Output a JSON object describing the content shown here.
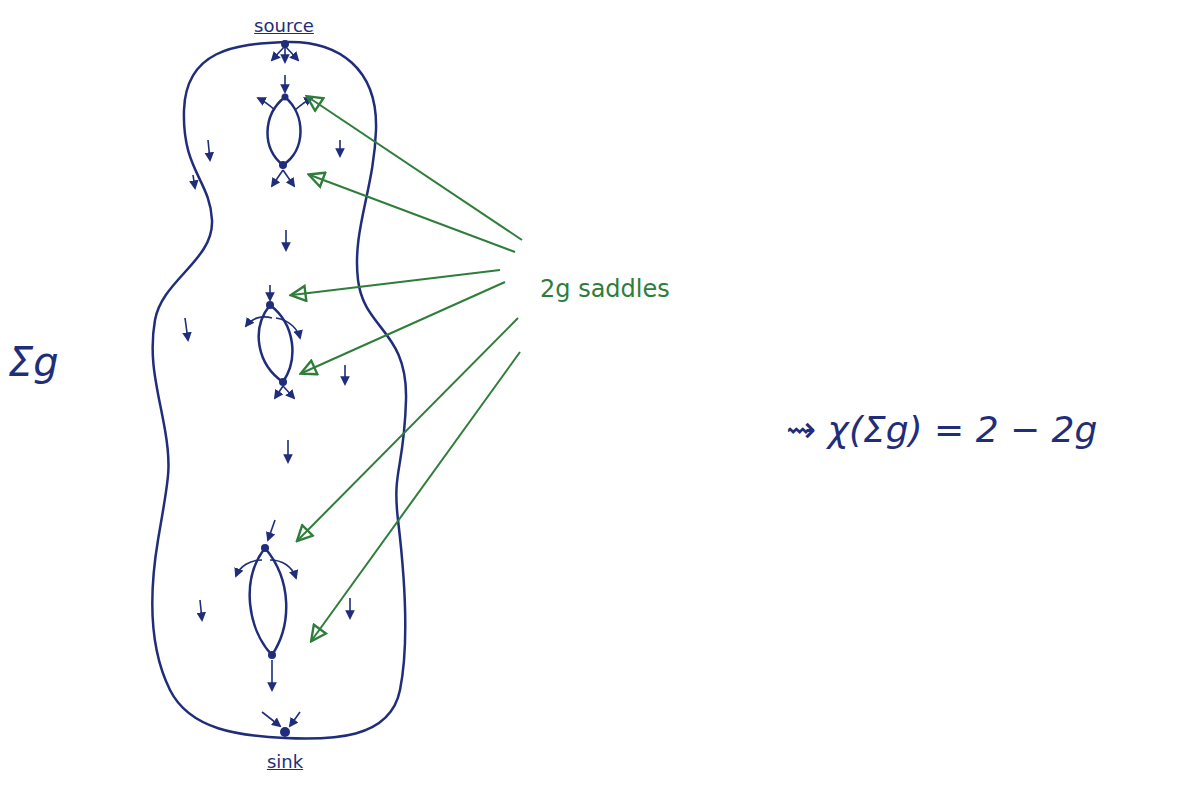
{
  "diagram": {
    "labels": [
      "source",
      "2g saddles",
      "Σg",
      "⇝ χ(Σg) = 2 − 2g",
      "sink"
    ]
  }
}
